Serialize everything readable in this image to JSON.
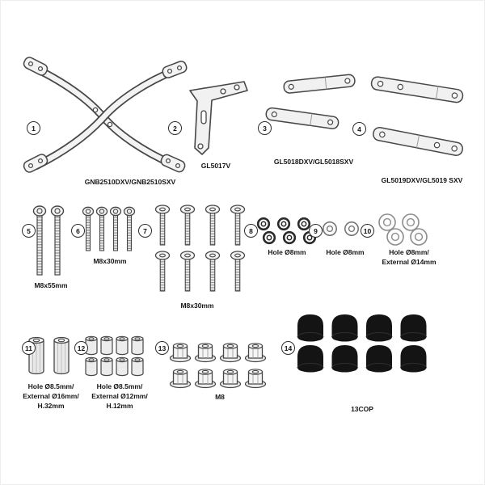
{
  "colors": {
    "background": "#ffffff",
    "line": "#474747",
    "text": "#151515",
    "cap_fill": "#141414"
  },
  "parts": [
    {
      "num": "1",
      "label": "GNB2510DXV/GNB2510SXV",
      "qty": 1
    },
    {
      "num": "2",
      "label": "GL5017V",
      "qty": 1
    },
    {
      "num": "3",
      "label": "GL5018DXV/GL5018SXV",
      "qty": 2
    },
    {
      "num": "4",
      "label": "GL5019DXV/GL5019 SXV",
      "qty": 2
    },
    {
      "num": "5",
      "label": "M8x55mm",
      "qty": 2
    },
    {
      "num": "6",
      "label": "M8x30mm",
      "qty": 4
    },
    {
      "num": "7",
      "label": "M8x30mm",
      "qty": 8
    },
    {
      "num": "8",
      "label": "Hole Ø8mm",
      "qty": 6
    },
    {
      "num": "9",
      "label": "Hole Ø8mm",
      "qty": 2
    },
    {
      "num": "10",
      "label": "Hole Ø8mm/\nExternal Ø14mm",
      "qty": 4
    },
    {
      "num": "11",
      "label": "Hole Ø8.5mm/\nExternal Ø16mm/\nH.32mm",
      "qty": 2
    },
    {
      "num": "12",
      "label": "Hole Ø8.5mm/\nExternal Ø12mm/\nH.12mm",
      "qty": 8
    },
    {
      "num": "13",
      "label": "M8",
      "qty": 8
    },
    {
      "num": "14",
      "label": "13COP",
      "qty": 8
    }
  ]
}
